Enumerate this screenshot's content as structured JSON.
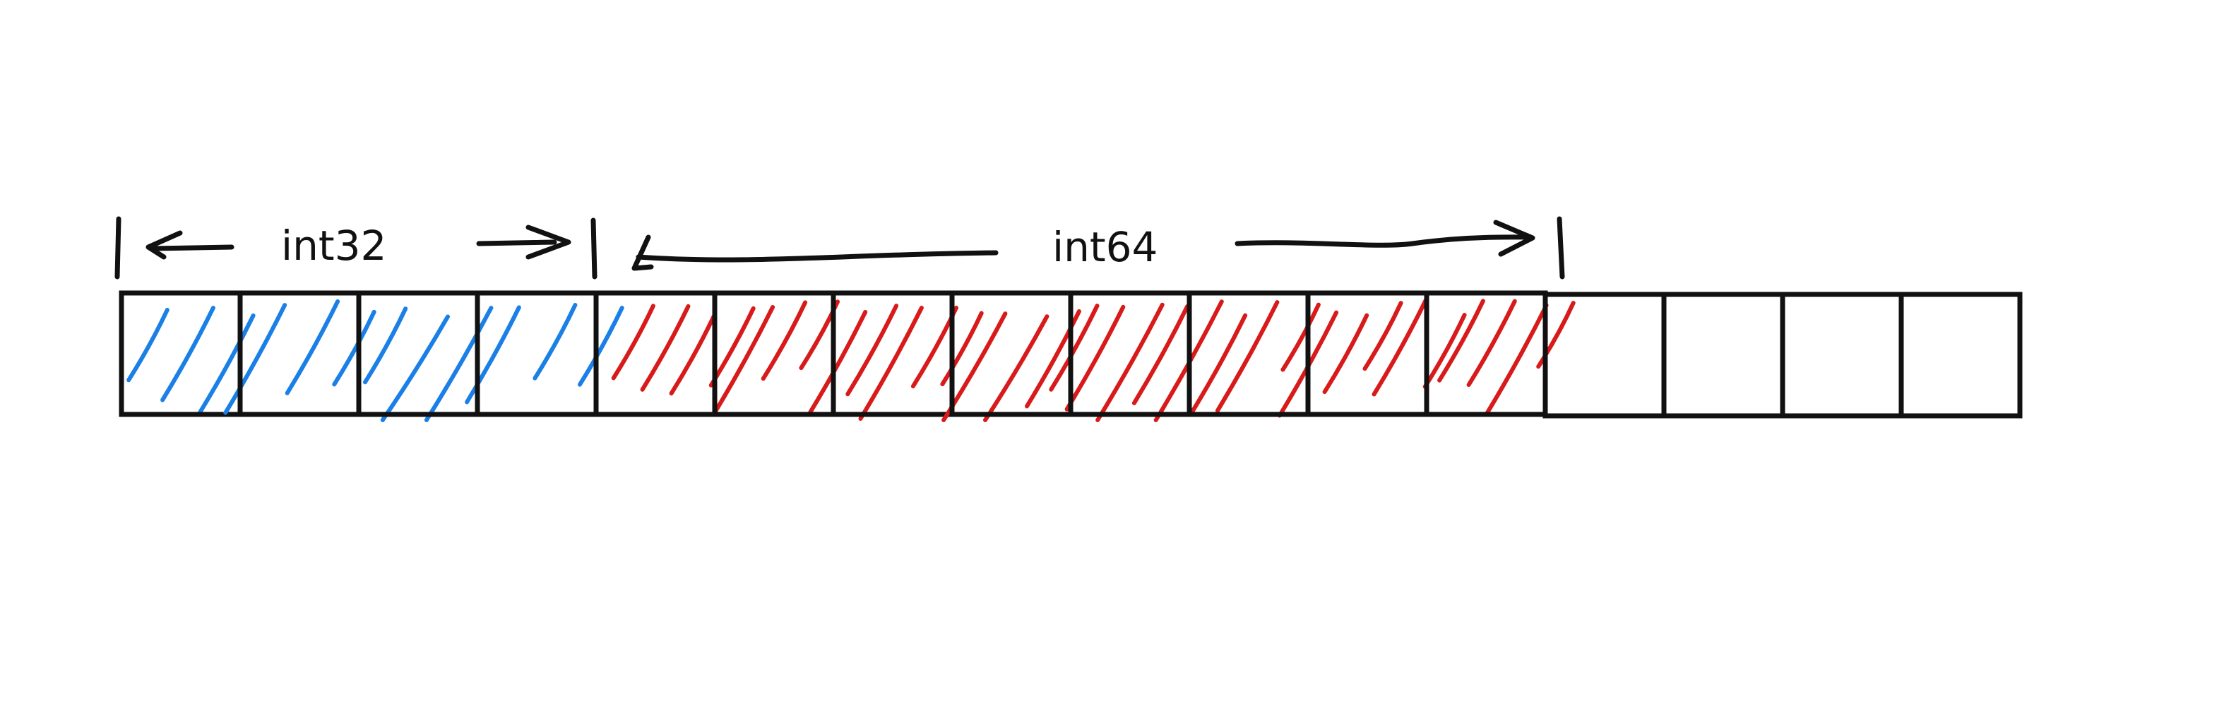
{
  "diagram": {
    "labels": {
      "int32": "int32",
      "int64": "int64"
    },
    "colors": {
      "background": "#ffffff",
      "ink": "#111111",
      "int32_hatch": "#1a7fe6",
      "int64_hatch": "#d81a1a"
    },
    "cells": [
      {
        "group": 1,
        "fill": "int32"
      },
      {
        "group": 1,
        "fill": "int32"
      },
      {
        "group": 2,
        "fill": "int32"
      },
      {
        "group": 2,
        "fill": "int32"
      },
      {
        "group": 3,
        "fill": "int64"
      },
      {
        "group": 3,
        "fill": "int64"
      },
      {
        "group": 4,
        "fill": "int64"
      },
      {
        "group": 4,
        "fill": "int64"
      },
      {
        "group": 5,
        "fill": "int64"
      },
      {
        "group": 5,
        "fill": "int64"
      },
      {
        "group": 6,
        "fill": "int64"
      },
      {
        "group": 6,
        "fill": "int64"
      },
      {
        "group": 7,
        "fill": "empty"
      },
      {
        "group": 7,
        "fill": "empty"
      },
      {
        "group": 8,
        "fill": "empty"
      },
      {
        "group": 8,
        "fill": "empty"
      }
    ]
  }
}
